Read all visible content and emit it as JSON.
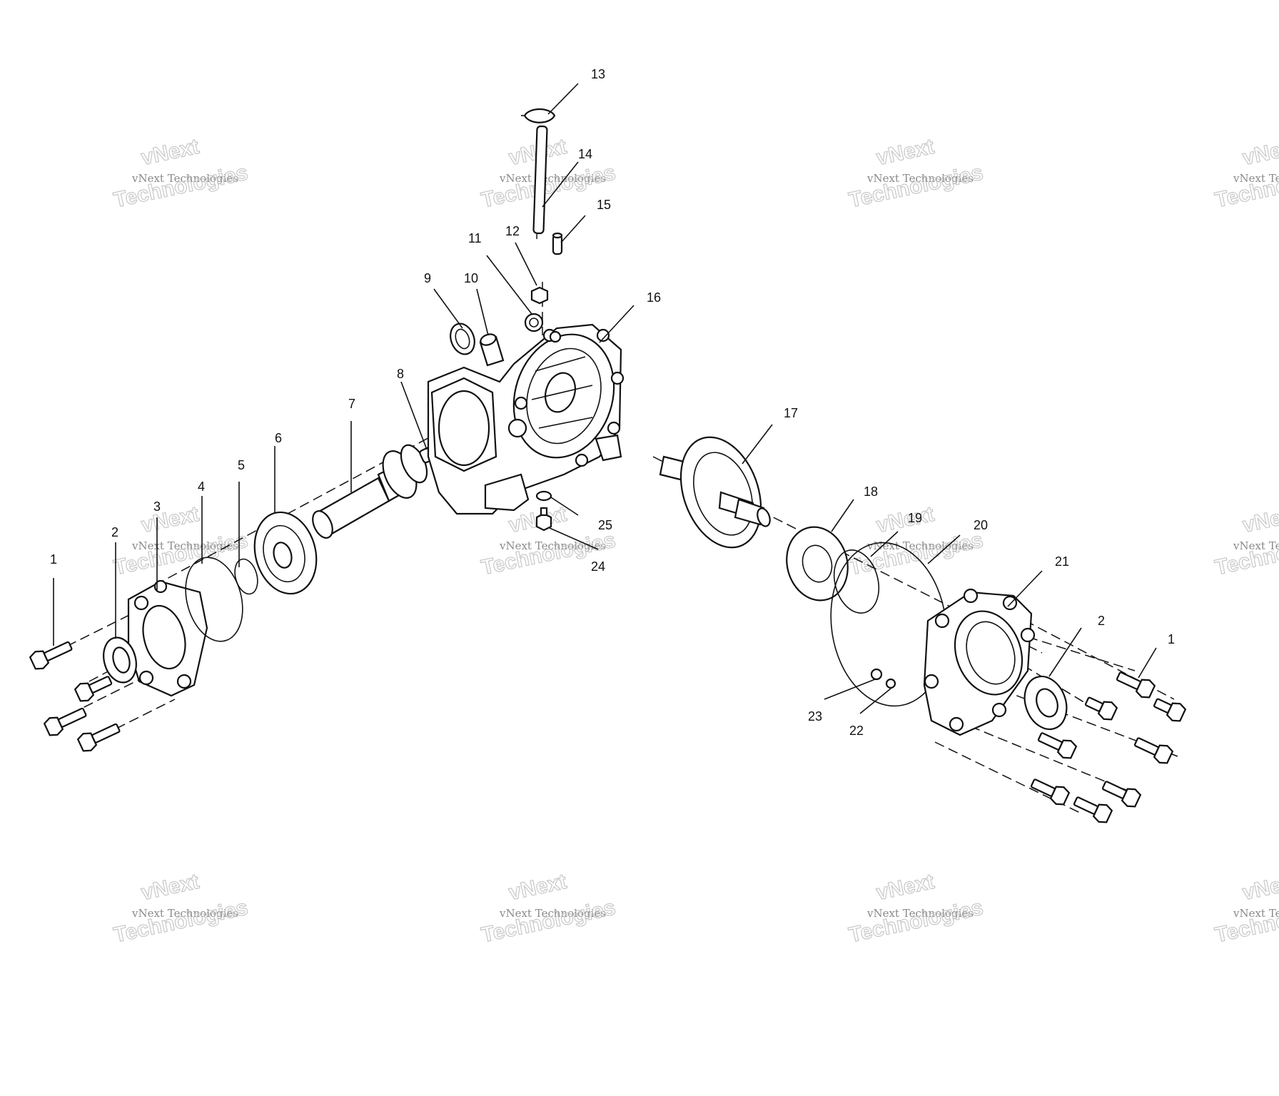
{
  "watermark": {
    "line_small": "vNext Technologies",
    "line_big_1": "vNext",
    "line_big_2": "Technologies"
  },
  "callouts": [
    {
      "id": "1a",
      "label": "1"
    },
    {
      "id": "2a",
      "label": "2"
    },
    {
      "id": "3",
      "label": "3"
    },
    {
      "id": "4",
      "label": "4"
    },
    {
      "id": "5",
      "label": "5"
    },
    {
      "id": "6",
      "label": "6"
    },
    {
      "id": "7",
      "label": "7"
    },
    {
      "id": "8",
      "label": "8"
    },
    {
      "id": "9",
      "label": "9"
    },
    {
      "id": "10",
      "label": "10"
    },
    {
      "id": "11",
      "label": "11"
    },
    {
      "id": "12",
      "label": "12"
    },
    {
      "id": "13",
      "label": "13"
    },
    {
      "id": "14",
      "label": "14"
    },
    {
      "id": "15",
      "label": "15"
    },
    {
      "id": "16",
      "label": "16"
    },
    {
      "id": "17",
      "label": "17"
    },
    {
      "id": "18",
      "label": "18"
    },
    {
      "id": "19",
      "label": "19"
    },
    {
      "id": "20",
      "label": "20"
    },
    {
      "id": "21",
      "label": "21"
    },
    {
      "id": "2b",
      "label": "2"
    },
    {
      "id": "1b",
      "label": "1"
    },
    {
      "id": "22",
      "label": "22"
    },
    {
      "id": "23",
      "label": "23"
    },
    {
      "id": "24",
      "label": "24"
    },
    {
      "id": "25",
      "label": "25"
    }
  ]
}
